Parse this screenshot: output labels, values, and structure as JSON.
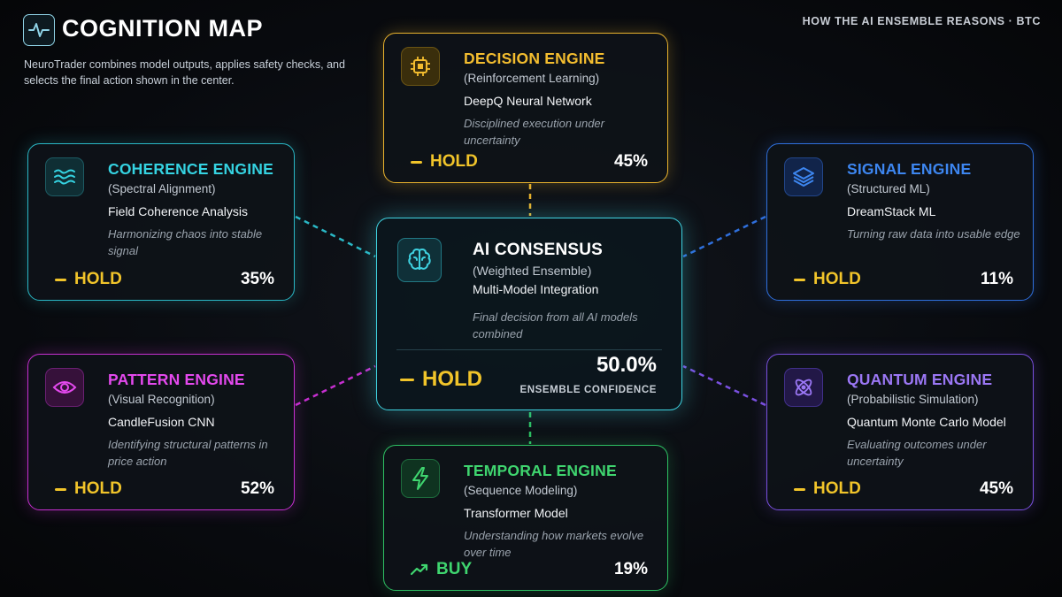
{
  "header": {
    "title": "COGNITION MAP",
    "description": "NeuroTrader combines model outputs, applies safety checks, and selects the final action shown in the center.",
    "top_right": "HOW THE AI ENSEMBLE REASONS · BTC"
  },
  "colors": {
    "decision": "#f3bd2f",
    "coherence": "#35d3e2",
    "signal": "#3d86f0",
    "pattern": "#e449ee",
    "quantum": "#9b77f5",
    "temporal": "#3fd56f",
    "hold": "#f1c42a",
    "buy": "#3fd56f"
  },
  "engines": {
    "decision": {
      "icon": "cpu-chip-icon",
      "title": "DECISION ENGINE",
      "subtitle": "(Reinforcement Learning)",
      "model": "DeepQ Neural Network",
      "description": "Disciplined execution under uncertainty",
      "action": "HOLD",
      "confidence": "45%"
    },
    "coherence": {
      "icon": "waves-icon",
      "title": "COHERENCE ENGINE",
      "subtitle": "(Spectral Alignment)",
      "model": "Field Coherence Analysis",
      "description": "Harmonizing chaos into stable signal",
      "action": "HOLD",
      "confidence": "35%"
    },
    "signal": {
      "icon": "layers-icon",
      "title": "SIGNAL ENGINE",
      "subtitle": "(Structured ML)",
      "model": "DreamStack ML",
      "description": "Turning raw data into usable edge",
      "action": "HOLD",
      "confidence": "11%"
    },
    "pattern": {
      "icon": "eye-icon",
      "title": "PATTERN ENGINE",
      "subtitle": "(Visual Recognition)",
      "model": "CandleFusion CNN",
      "description": "Identifying structural patterns in price action",
      "action": "HOLD",
      "confidence": "52%"
    },
    "quantum": {
      "icon": "atom-icon",
      "title": "QUANTUM ENGINE",
      "subtitle": "(Probabilistic Simulation)",
      "model": "Quantum Monte Carlo Model",
      "description": "Evaluating outcomes under uncertainty",
      "action": "HOLD",
      "confidence": "45%"
    },
    "temporal": {
      "icon": "lightning-icon",
      "title": "TEMPORAL ENGINE",
      "subtitle": "(Sequence Modeling)",
      "model": "Transformer Model",
      "description": "Understanding how markets evolve over time",
      "action": "BUY",
      "confidence": "19%"
    }
  },
  "consensus": {
    "icon": "brain-icon",
    "title": "AI CONSENSUS",
    "subtitle": "(Weighted Ensemble)",
    "model": "Multi-Model Integration",
    "description": "Final decision from all AI models combined",
    "action": "HOLD",
    "confidence": "50.0%",
    "confidence_label": "ENSEMBLE CONFIDENCE"
  }
}
